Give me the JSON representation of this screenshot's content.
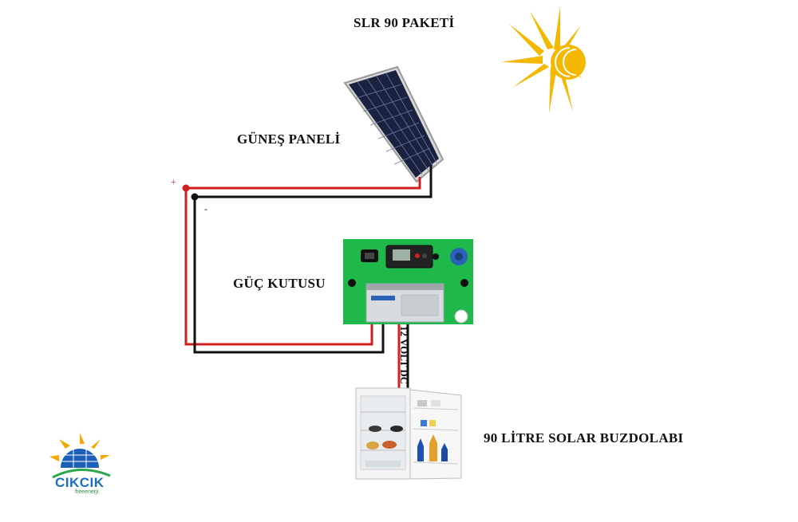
{
  "title": "SLR 90 PAKETİ",
  "labels": {
    "solar_panel": "GÜNEŞ PANELİ",
    "power_box": "GÜÇ KUTUSU",
    "fridge": "90 LİTRE SOLAR BUZDOLABI"
  },
  "wiring": {
    "positive_sign": "+",
    "negative_sign": "-",
    "output_label": "12 VOLT DC"
  },
  "logo": {
    "name": "CIKCIK",
    "tagline": "freeenerji"
  },
  "colors": {
    "positive_wire": "#d21e1e",
    "negative_wire": "#111111",
    "power_box": "#1fb84a",
    "sun": "#f5b800",
    "panel_cells": "#1a2240"
  },
  "icons": [
    "sun-icon",
    "solar-panel",
    "power-box",
    "refrigerator",
    "logo-icon"
  ]
}
